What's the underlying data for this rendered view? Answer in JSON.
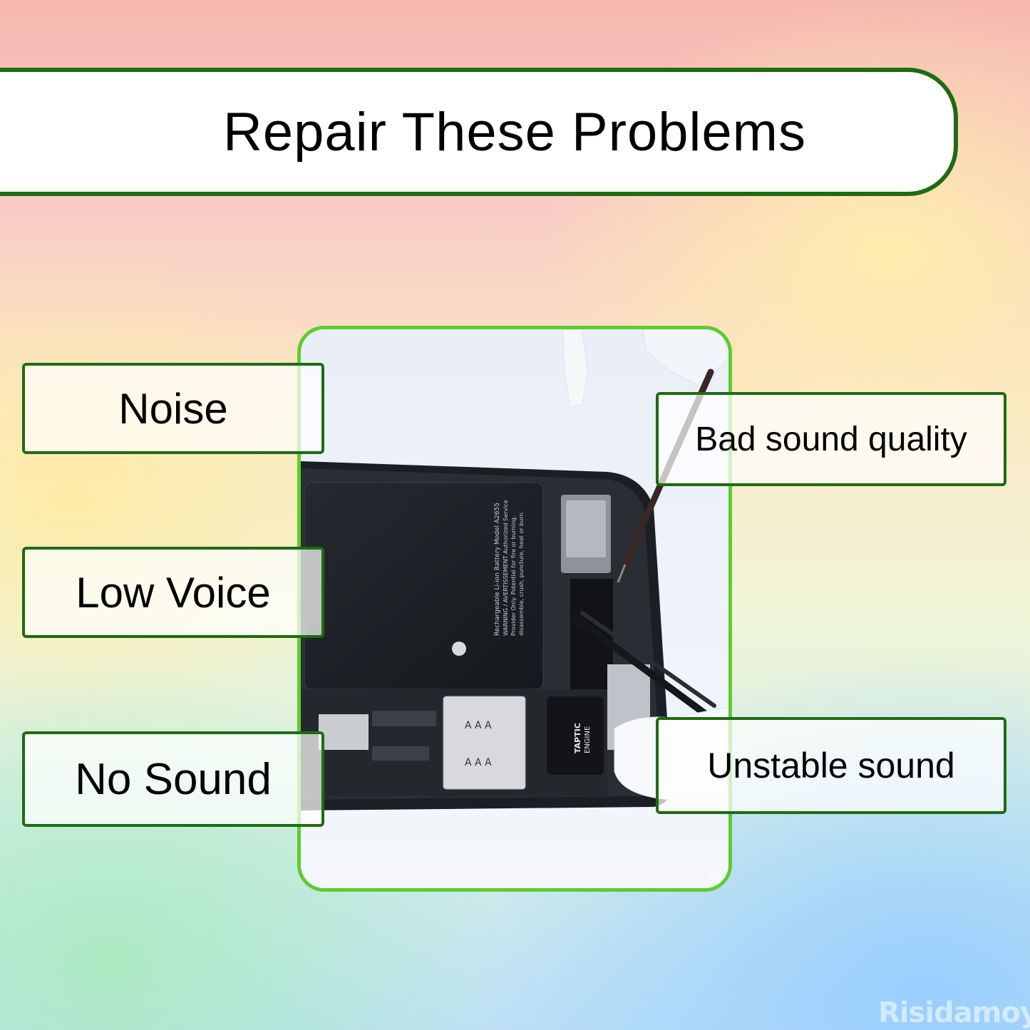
{
  "title": "Repair These Problems",
  "problems_left": [
    "Noise",
    "Low Voice",
    "No Sound"
  ],
  "problems_right": [
    "Bad sound quality",
    "Unstable sound"
  ],
  "photo": {
    "battery_text": "Rechargeable Li-ion Battery Model A2655",
    "taptic_text_1": "TAPTIC",
    "taptic_text_2": "ENGINE",
    "sim_text": "A A A"
  },
  "watermark": "Risidamoy",
  "colors": {
    "title_border": "#1f6b12",
    "frame_border": "#5ccd2e",
    "label_border": "#1f6b12"
  }
}
